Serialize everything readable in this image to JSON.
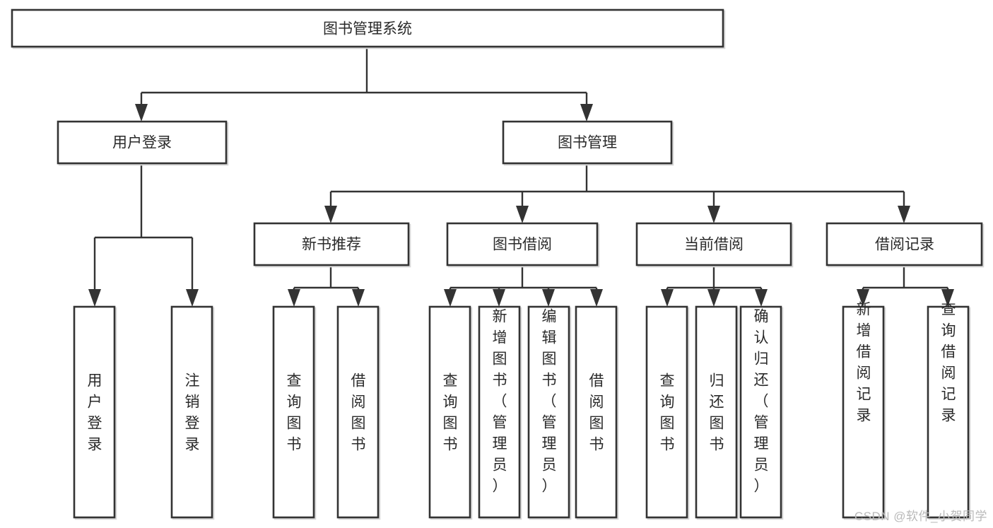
{
  "diagram": {
    "type": "tree-hierarchy",
    "title": "图书管理系统",
    "orientation": "top-down",
    "colors": {
      "box_stroke": "#333333",
      "box_fill": "#ffffff",
      "connector": "#333333",
      "background": "#ffffff",
      "watermark": "#b9b9b9"
    },
    "nodes": {
      "root": {
        "label": "图书管理系统"
      },
      "level1": [
        {
          "label": "用户登录"
        },
        {
          "label": "图书管理"
        }
      ],
      "level2": [
        {
          "label": "新书推荐"
        },
        {
          "label": "图书借阅"
        },
        {
          "label": "当前借阅"
        },
        {
          "label": "借阅记录"
        }
      ],
      "leaves": {
        "user_login": [
          {
            "label": "用户登录"
          },
          {
            "label": "注销登录"
          }
        ],
        "new_book_recommend": [
          {
            "label": "查询图书"
          },
          {
            "label": "借阅图书"
          }
        ],
        "book_borrow": [
          {
            "label": "查询图书"
          },
          {
            "label": "新增图书（管理员）"
          },
          {
            "label": "编辑图书（管理员）"
          },
          {
            "label": "借阅图书"
          }
        ],
        "current_borrow": [
          {
            "label": "查询图书"
          },
          {
            "label": "归还图书"
          },
          {
            "label": "确认归还（管理员）"
          }
        ],
        "borrow_record": [
          {
            "label": "新增借阅记录"
          },
          {
            "label": "查询借阅记录"
          }
        ]
      }
    }
  },
  "watermark": {
    "text": "CSDN @软件_小贺同学"
  }
}
